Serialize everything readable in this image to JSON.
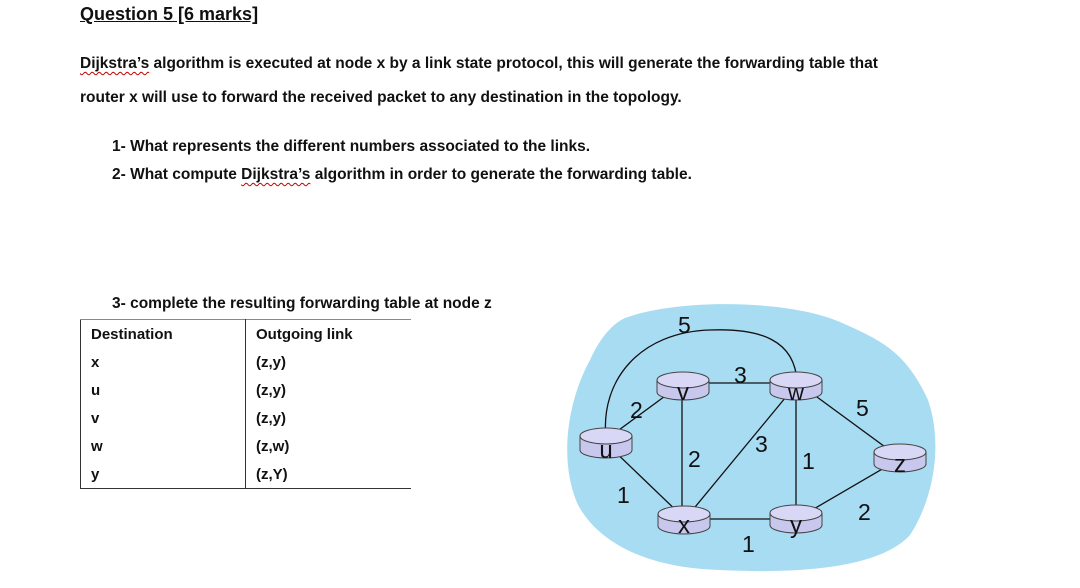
{
  "heading": "Question 5 [6 marks]",
  "intro": {
    "line1_word": "Dijkstra’s",
    "line1_rest": " algorithm is executed at node x by a link state protocol,   this will generate the forwarding table that",
    "line2": "router x will use to forward the received packet to any destination in the topology."
  },
  "questions": {
    "q1": "1-  What represents the different numbers associated to the links.",
    "q2_pre": "2-  What compute ",
    "q2_word": "Dijkstra’s",
    "q2_post": " algorithm in order to generate the forwarding table."
  },
  "table_title": "3-  complete  the resulting forwarding  table  at node z",
  "table": {
    "headers": [
      "Destination",
      "Outgoing link"
    ],
    "rows": [
      {
        "dest": "x",
        "link": "(z,y)"
      },
      {
        "dest": "u",
        "link": "(z,y)"
      },
      {
        "dest": "v",
        "link": "(z,y)"
      },
      {
        "dest": "w",
        "link": "(z,w)"
      },
      {
        "dest": "y",
        "link": "(z,Y)"
      }
    ]
  },
  "graph": {
    "cloud_color": "#a8dcf2",
    "router_color": "#c8c8ee",
    "nodes": [
      "u",
      "v",
      "w",
      "x",
      "y",
      "z"
    ],
    "edges": [
      {
        "from": "u",
        "to": "v",
        "cost": "2"
      },
      {
        "from": "u",
        "to": "w",
        "cost": "5"
      },
      {
        "from": "u",
        "to": "x",
        "cost": "1"
      },
      {
        "from": "v",
        "to": "w",
        "cost": "3"
      },
      {
        "from": "v",
        "to": "x",
        "cost": "2"
      },
      {
        "from": "x",
        "to": "w",
        "cost": "3"
      },
      {
        "from": "x",
        "to": "y",
        "cost": "1"
      },
      {
        "from": "w",
        "to": "y",
        "cost": "1"
      },
      {
        "from": "w",
        "to": "z",
        "cost": "5"
      },
      {
        "from": "y",
        "to": "z",
        "cost": "2"
      }
    ]
  }
}
